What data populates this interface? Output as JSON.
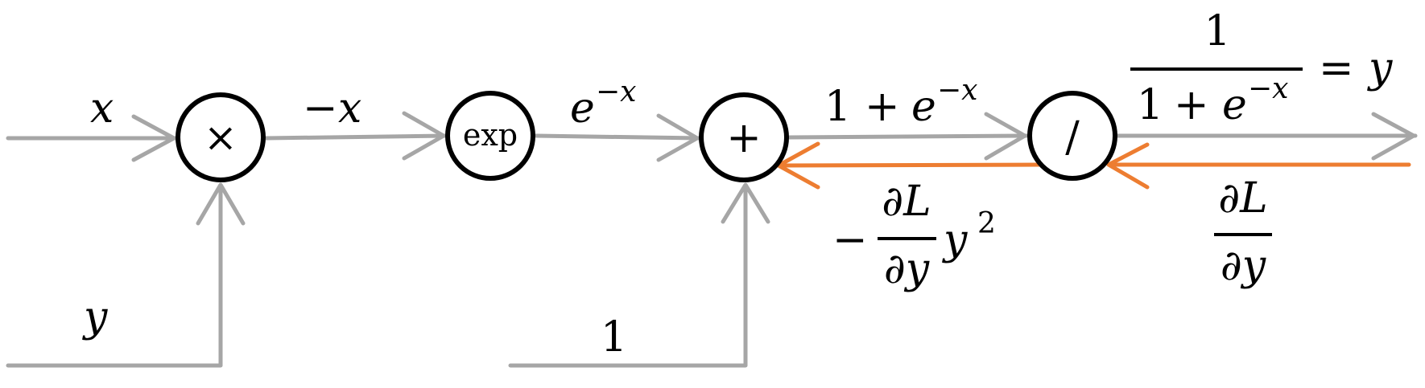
{
  "colors": {
    "forward_edge": "#a6a6a6",
    "backward_edge": "#ed7d31",
    "node_outline": "#000000",
    "text": "#000000"
  },
  "nodes": {
    "multiply": {
      "symbol": "×"
    },
    "exp": {
      "symbol": "exp"
    },
    "add": {
      "symbol": "+"
    },
    "divide": {
      "symbol": "/"
    }
  },
  "labels": {
    "input_x": "x",
    "input_y": "y",
    "neg_x_minus": "−",
    "neg_x_var": "x",
    "exp_base": "e",
    "exp_power": "−x",
    "constant_one": "1",
    "sum_one": "1",
    "sum_plus": "+",
    "sum_base": "e",
    "sum_power": "−x",
    "output_numerator": "1",
    "output_denom_one": "1",
    "output_denom_plus": "+",
    "output_denom_base": "e",
    "output_denom_power": "−x",
    "output_equals": "=",
    "output_y": "y",
    "grad_upstream_num": "∂L",
    "grad_upstream_den": "∂y",
    "grad_local_minus": "−",
    "grad_local_num": "∂L",
    "grad_local_den": "∂y",
    "grad_local_y": "y",
    "grad_local_exp": "2"
  }
}
